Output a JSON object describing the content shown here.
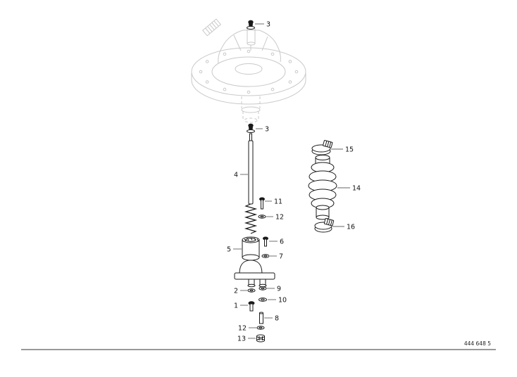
{
  "drawing": {
    "number": "444 648 5"
  },
  "colors": {
    "background": "#ffffff",
    "ink": "#1a1a1a",
    "ghost": "#c9c9c9",
    "leader": "#333333"
  },
  "callouts": {
    "top_fitting": "3",
    "lower_fitting": "3",
    "shaft": "4",
    "upper_bolt": "11",
    "upper_washer": "12",
    "side_bolt": "6",
    "bushing": "5",
    "side_washer": "7",
    "right_washer_a": "9",
    "left_washer": "2",
    "right_washer_b": "10",
    "left_bolt": "1",
    "sleeve": "8",
    "lower_washer": "12",
    "nut": "13",
    "upper_clamp": "15",
    "bellows": "14",
    "lower_clamp": "16"
  }
}
